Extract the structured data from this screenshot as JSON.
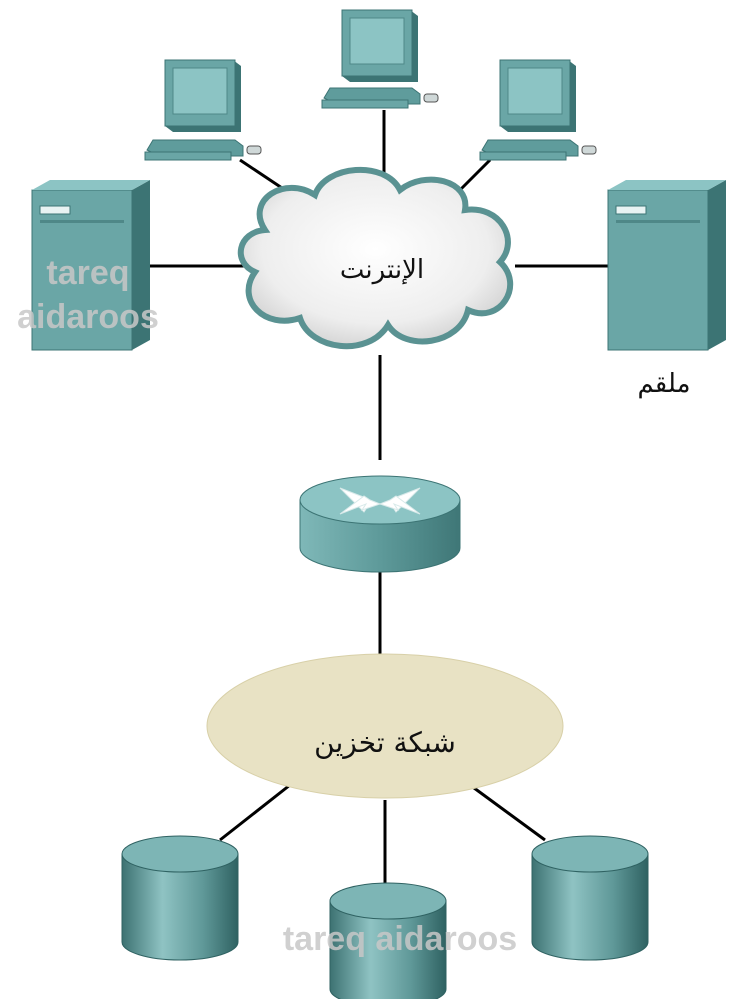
{
  "labels": {
    "internet": "الإنترنت",
    "server": "ملقم",
    "storage_network": "شبكة تخزين"
  },
  "watermarks": {
    "left_line1": "tareq",
    "left_line2": "aidaroos",
    "bottom": "tareq aidaroos"
  },
  "colors": {
    "device_teal": "#5f9c9c",
    "device_dark": "#3c7474",
    "device_light": "#8cc4c4",
    "cloud_fill": "#f2f2f2",
    "cloud_edge": "#4f8c8c",
    "storage_cloud": "#e8e2c4",
    "link": "#000000"
  },
  "icons": [
    "workstation-icon",
    "server-icon",
    "cloud-icon",
    "router-icon",
    "disk-cylinder-icon"
  ]
}
